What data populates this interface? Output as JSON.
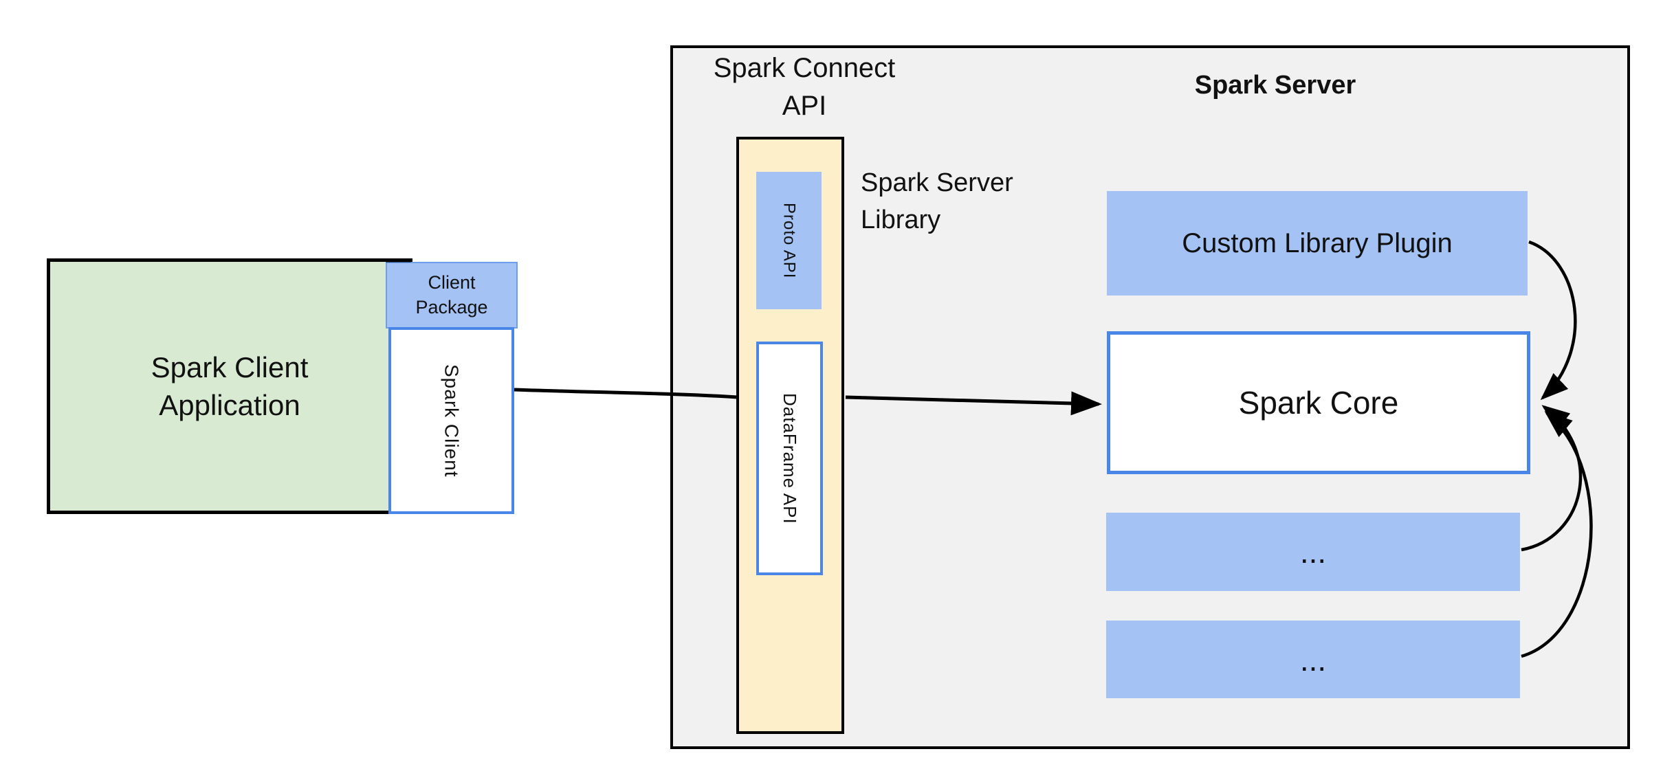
{
  "client_side": {
    "application_label": "Spark Client\nApplication",
    "package_label": "Client\nPackage",
    "client_label": "Spark Client"
  },
  "connect": {
    "api_title": "Spark Connect\nAPI",
    "proto_api_label": "Proto API",
    "dataframe_api_label": "DataFrame API",
    "server_library_label": "Spark Server\nLibrary"
  },
  "server": {
    "title": "Spark Server",
    "custom_plugin_label": "Custom Library Plugin",
    "core_label": "Spark Core",
    "plugin_slot_1_label": "...",
    "plugin_slot_2_label": "..."
  },
  "colors": {
    "box_green": "#d9ead3",
    "box_blue": "#a4c2f4",
    "box_yellow": "#fdefca",
    "panel_gray": "#f1f1f1",
    "border_blue": "#4a86e8",
    "border_black": "#000000"
  }
}
